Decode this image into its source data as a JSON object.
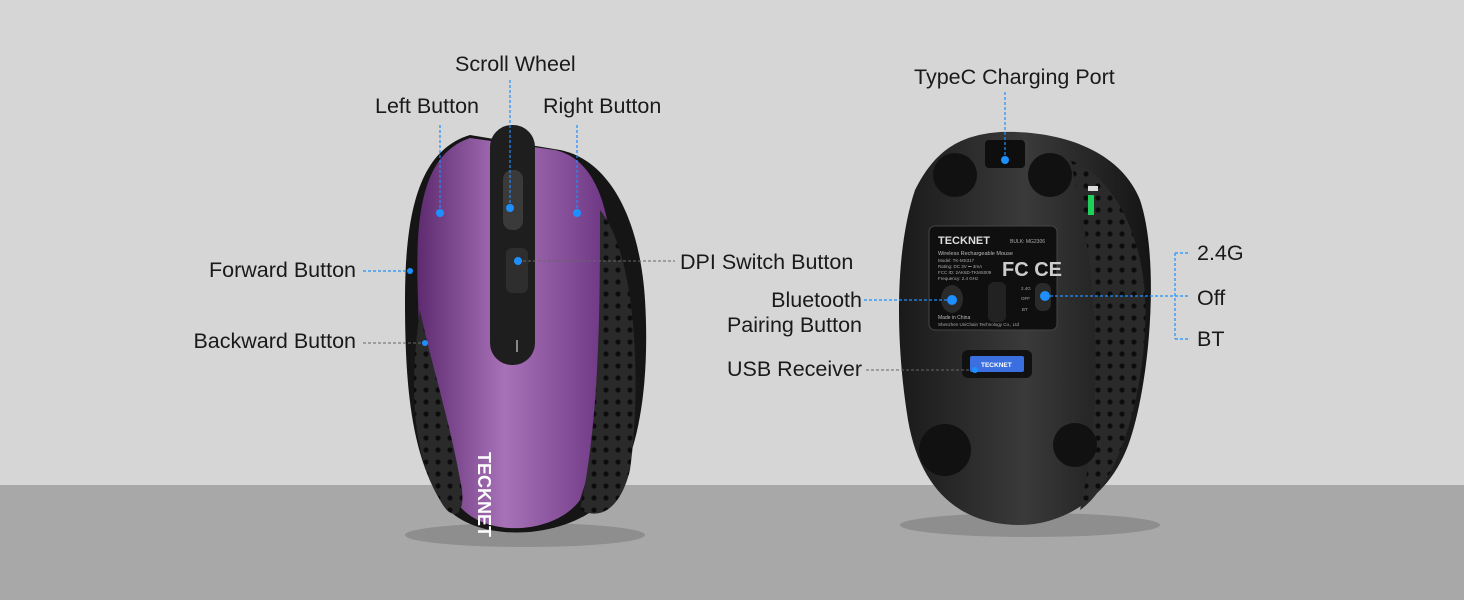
{
  "left_mouse": {
    "brand": "TECKNET",
    "callouts": {
      "scroll_wheel": "Scroll Wheel",
      "left_button": "Left Button",
      "right_button": "Right Button",
      "forward_button": "Forward Button",
      "backward_button": "Backward Button",
      "dpi_switch_button": "DPI Switch Button"
    }
  },
  "right_mouse": {
    "callouts": {
      "typec_port": "TypeC Charging Port",
      "bluetooth_pairing_line1": "Bluetooth",
      "bluetooth_pairing_line2": "Pairing Button",
      "usb_receiver": "USB Receiver",
      "switch_24g": "2.4G",
      "switch_off": "Off",
      "switch_bt": "BT"
    },
    "sticker": {
      "brand": "TECKNET",
      "bulk": "BULK: MG2306",
      "line1": "Wireless Rechargeable Mouse",
      "line2": "Model: TK-MS317",
      "line3": "Rating: DC 3V ⎓ 3mA",
      "line4": "FCC ID: 2AK6D-TKMS009",
      "line5": "Frequency: 2.4 GHz",
      "made_in": "Made in China",
      "maker": "Shenzhen UniChain Technology Co., Ltd",
      "sw_24g": "2.4G",
      "sw_off": "OFF",
      "sw_bt": "BT"
    },
    "receiver_brand": "TECKNET"
  },
  "colors": {
    "accent": "#1e8fff",
    "mouse_purple": "#7b3f8f",
    "background": "#d6d6d6",
    "floor": "#a8a8a8"
  }
}
